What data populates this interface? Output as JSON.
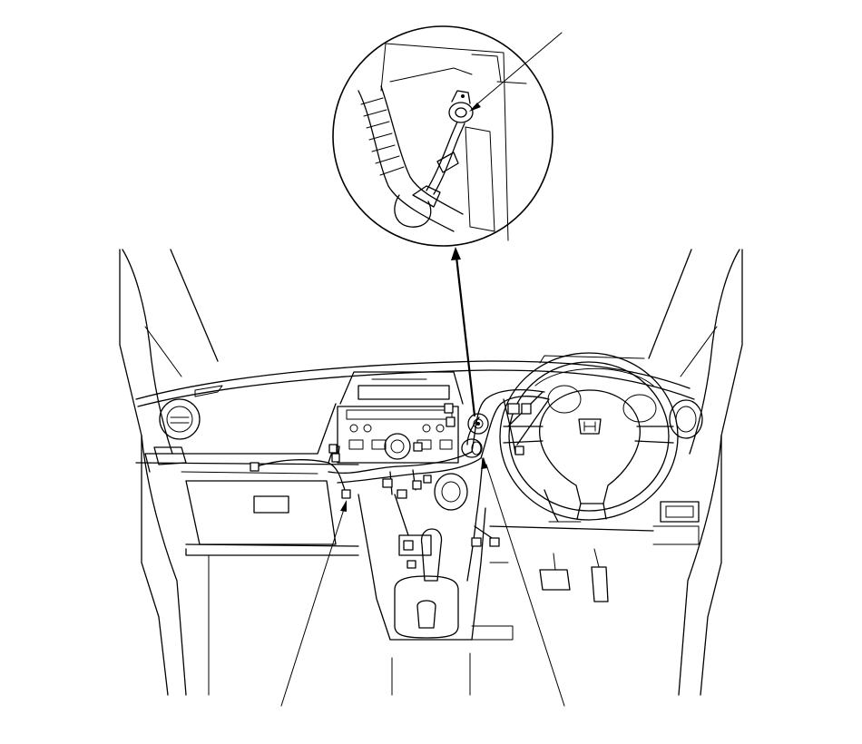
{
  "figure": {
    "kind": "technical-line-drawing",
    "subject": "vehicle-dashboard-interior",
    "detail_view": "magnified-circle-inset",
    "callout_lines": 3,
    "line_color": "#000000",
    "background_color": "#ffffff"
  }
}
